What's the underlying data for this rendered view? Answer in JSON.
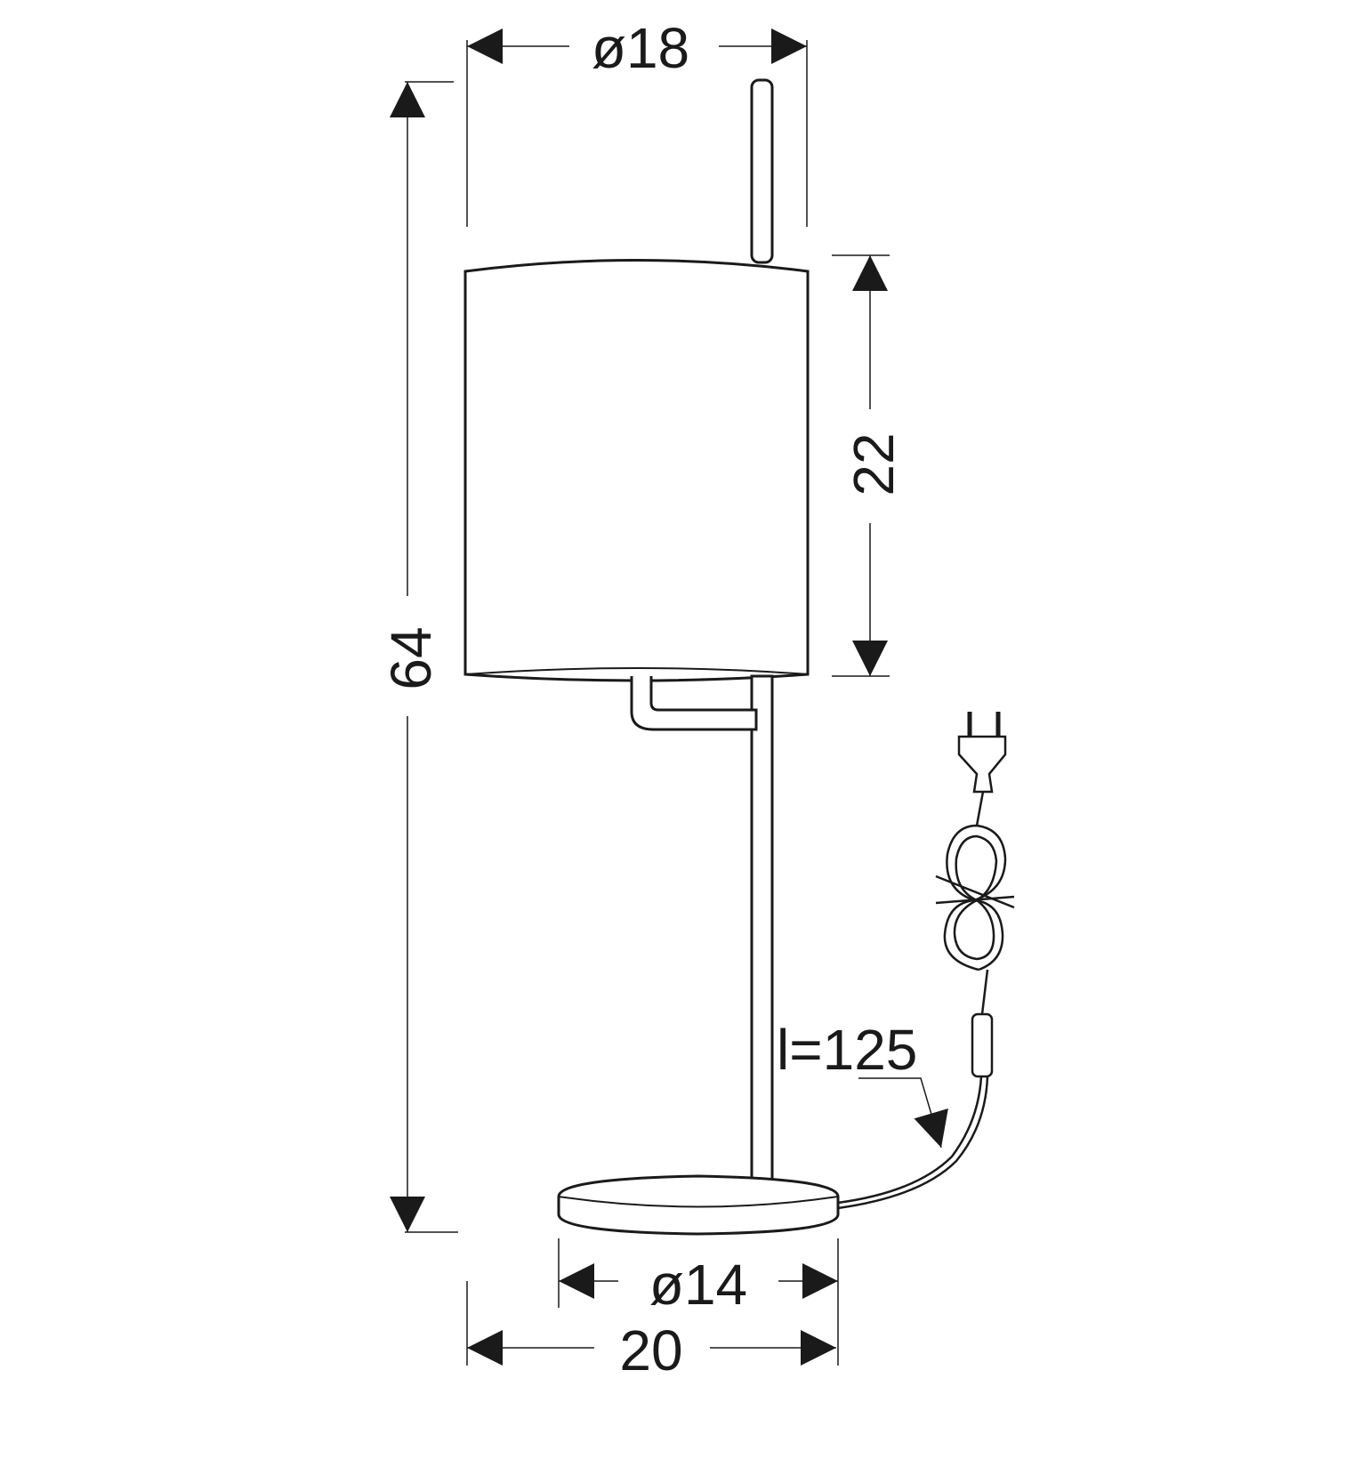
{
  "title": "Table lamp dimensions",
  "dimensions": {
    "shade_diameter": "ø18",
    "total_height": "64",
    "shade_height": "22",
    "cable_length": "l=125",
    "base_diameter": "ø14",
    "total_width": "20"
  },
  "colors": {
    "line": "#1a1a1a",
    "background": "#ffffff"
  }
}
